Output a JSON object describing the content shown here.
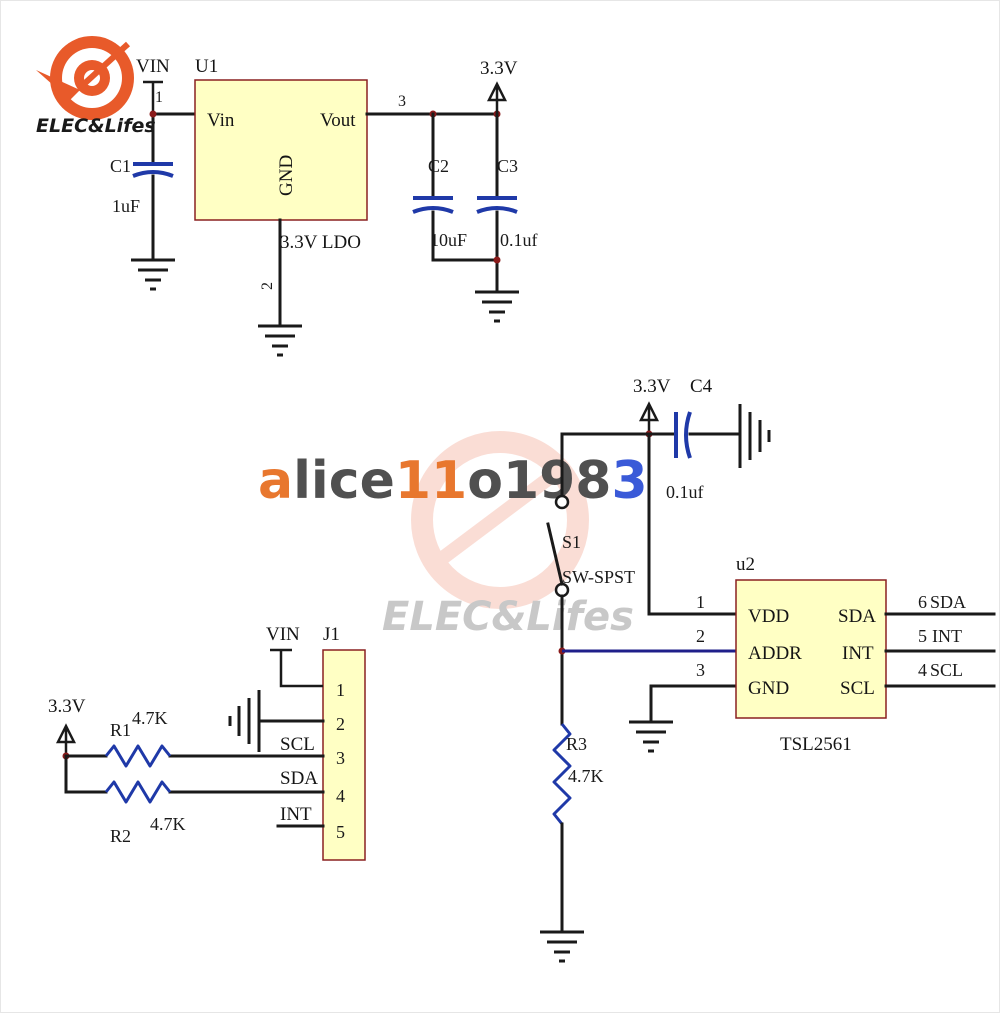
{
  "logo": {
    "text": "ELEC&Lifes"
  },
  "watermark": {
    "prefix": "a",
    "middle": "lice",
    "one": "11",
    "rest": "o198",
    "last": "3",
    "brand": "ELEC&Lifes"
  },
  "u1": {
    "ref": "U1",
    "vin": "Vin",
    "vout": "Vout",
    "gnd": "GND",
    "name": "3.3V LDO",
    "pin1": "1",
    "pin2": "2",
    "pin3": "3"
  },
  "c1": {
    "ref": "C1",
    "value": "1uF"
  },
  "c2": {
    "ref": "C2",
    "value": "10uF"
  },
  "c3": {
    "ref": "C3",
    "value": "0.1uf"
  },
  "c4": {
    "ref": "C4",
    "value": "0.1uf"
  },
  "power": {
    "vin": "VIN",
    "v33": "3.3V"
  },
  "s1": {
    "ref": "S1",
    "type": "SW-SPST"
  },
  "u2": {
    "ref": "u2",
    "name": "TSL2561",
    "left_pins": [
      {
        "num": "1",
        "name": "VDD"
      },
      {
        "num": "2",
        "name": "ADDR"
      },
      {
        "num": "3",
        "name": "GND"
      }
    ],
    "right_pins": [
      {
        "name": "SDA",
        "num": "6",
        "net": "SDA"
      },
      {
        "name": "INT",
        "num": "5",
        "net": "INT"
      },
      {
        "name": "SCL",
        "num": "4",
        "net": "SCL"
      }
    ]
  },
  "r1": {
    "ref": "R1",
    "value": "4.7K"
  },
  "r2": {
    "ref": "R2",
    "value": "4.7K"
  },
  "r3": {
    "ref": "R3",
    "value": "4.7K"
  },
  "j1": {
    "ref": "J1",
    "pins": [
      "1",
      "2",
      "3",
      "4",
      "5"
    ],
    "nets": [
      "VIN",
      "SCL",
      "SDA",
      "INT"
    ]
  }
}
